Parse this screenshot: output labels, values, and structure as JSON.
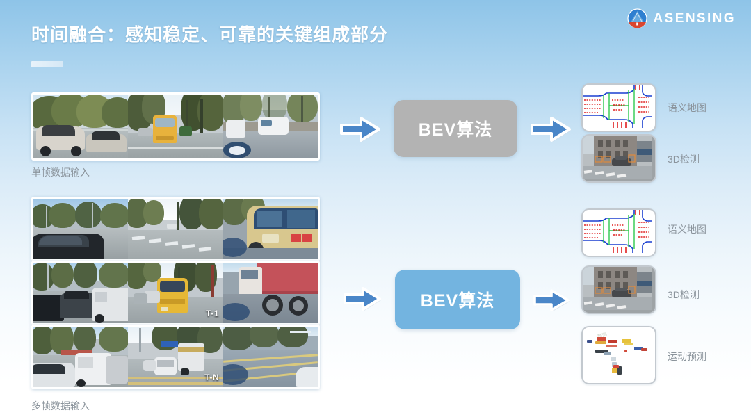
{
  "header": {
    "title": "时间融合：感知稳定、可靠的关键组成部分",
    "logo_text": "ASENSING",
    "logo_icon": "asensing-emblem-icon",
    "accent": "#8ec4e8"
  },
  "flow": {
    "single": {
      "caption": "单帧数据输入",
      "bev_label": "BEV算法",
      "bev_color": "#b3b3b3",
      "arrow_in": "arrow-right-icon",
      "arrow_out": "arrow-right-icon",
      "outputs": [
        {
          "label": "语义地图",
          "thumb": "semantic-map-thumb"
        },
        {
          "label": "3D检测",
          "thumb": "street-detection-thumb"
        }
      ]
    },
    "multi": {
      "caption": "多帧数据输入",
      "bev_label": "BEV算法",
      "bev_color": "#73b4e0",
      "arrow_in": "arrow-right-icon",
      "arrow_out": "arrow-right-icon",
      "frames": [
        {
          "tag": ""
        },
        {
          "tag": "T-1"
        },
        {
          "tag": "T-N"
        }
      ],
      "outputs": [
        {
          "label": "语义地图",
          "thumb": "semantic-map-thumb"
        },
        {
          "label": "3D检测",
          "thumb": "street-detection-thumb"
        },
        {
          "label": "运动预测",
          "thumb": "motion-prediction-thumb"
        }
      ]
    }
  },
  "colors": {
    "background_top": "#8ec4e8",
    "background_bottom": "#ffffff",
    "arrow_blue": "#4a86c8",
    "label_gray": "#8b949c",
    "map_boundary": "#1a3fd0",
    "map_lane": "#2ec94e",
    "map_marking": "#e02020"
  }
}
